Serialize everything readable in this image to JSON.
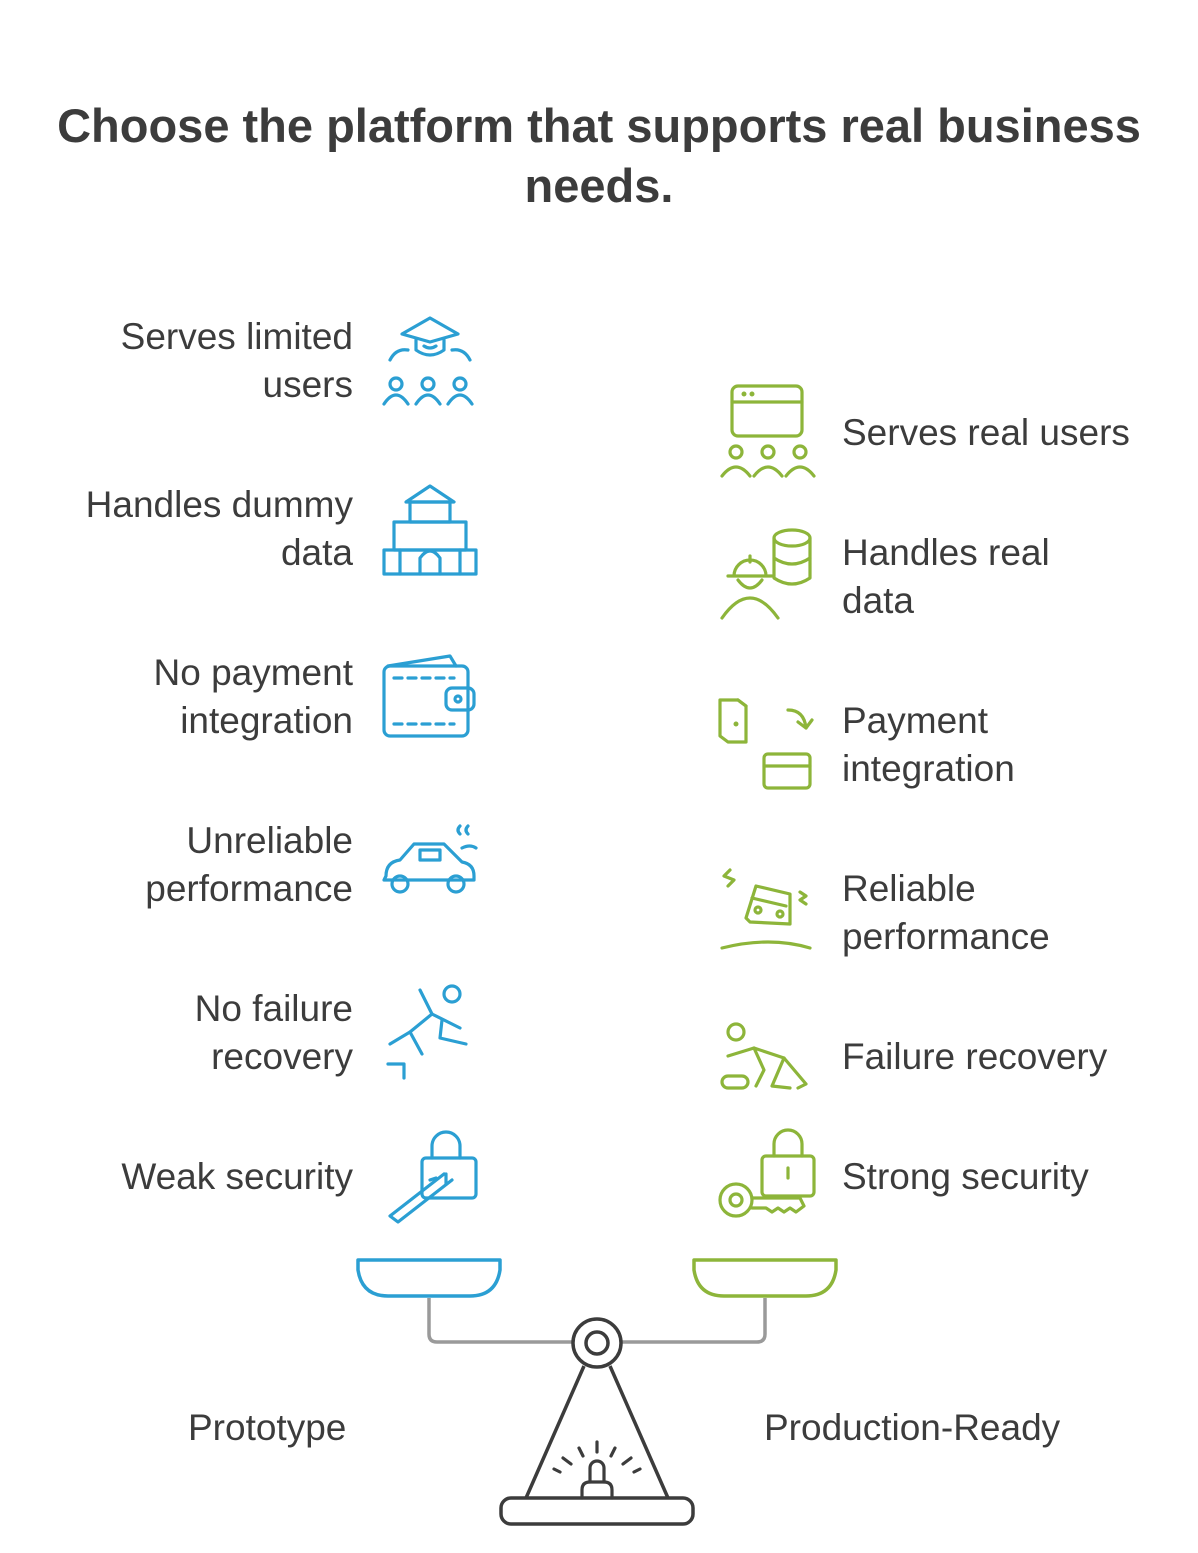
{
  "title": "Choose the platform that supports real business needs.",
  "prototype": {
    "label": "Prototype",
    "color": "#2b9fd3",
    "items": [
      {
        "text": "Serves limited users",
        "icon": "graduation-group-icon"
      },
      {
        "text": "Handles dummy data",
        "icon": "toy-blocks-icon"
      },
      {
        "text": "No payment integration",
        "icon": "wallet-icon"
      },
      {
        "text": "Unreliable performance",
        "icon": "broken-car-icon"
      },
      {
        "text": "No failure recovery",
        "icon": "falling-person-icon"
      },
      {
        "text": "Weak security",
        "icon": "lockpick-icon"
      }
    ]
  },
  "production": {
    "label": "Production-Ready",
    "color": "#8db53a",
    "items": [
      {
        "text": "Serves real users",
        "icon": "browser-users-icon"
      },
      {
        "text": "Handles real data",
        "icon": "engineer-database-icon"
      },
      {
        "text": "Payment integration",
        "icon": "wallet-card-icon"
      },
      {
        "text": "Reliable performance",
        "icon": "car-drift-icon"
      },
      {
        "text": "Failure recovery",
        "icon": "person-getting-up-icon"
      },
      {
        "text": "Strong security",
        "icon": "key-lock-icon"
      }
    ]
  }
}
